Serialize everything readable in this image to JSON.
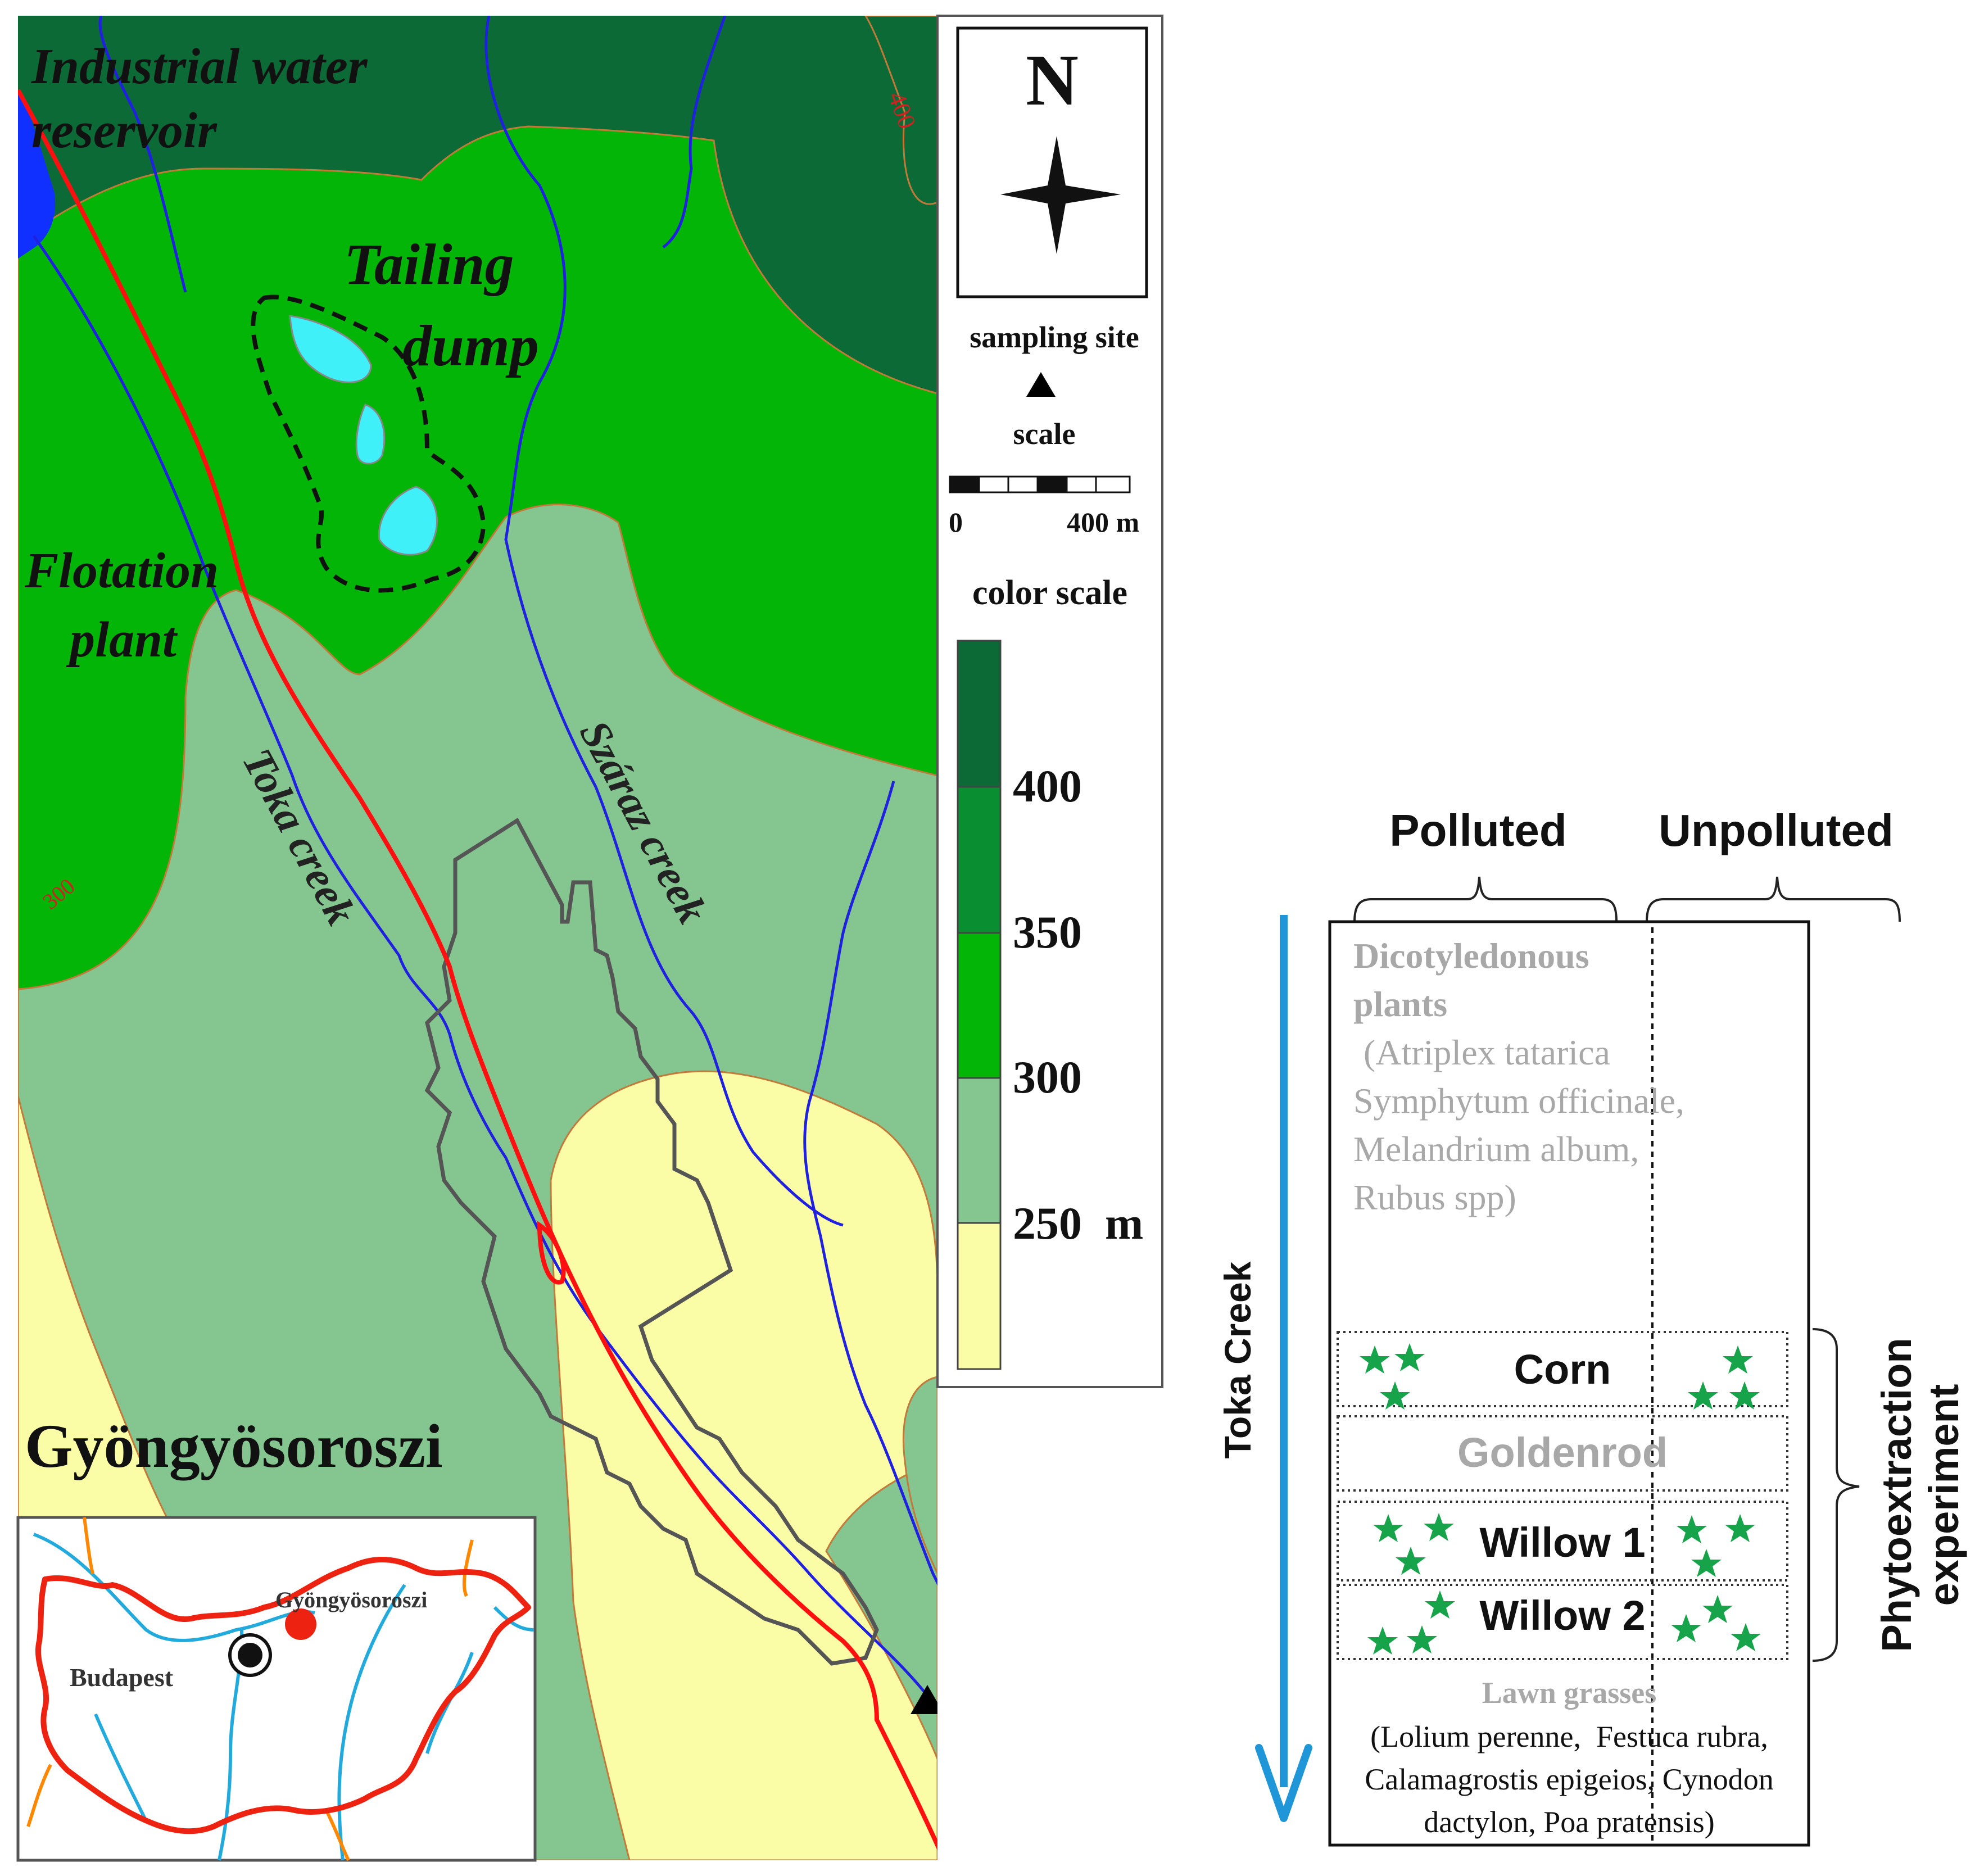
{
  "map": {
    "labels": {
      "reservoir_line1": "Industrial water",
      "reservoir_line2": "reservoir",
      "tailing_line1": "Tailing",
      "tailing_line2": "dump",
      "flotation_line1": "Flotation",
      "flotation_line2": "plant",
      "toka": "Toka creek",
      "szaraz": "Száraz creek",
      "village": "Gyöngyösoroszi",
      "contour_400": "400",
      "contour_300": "300"
    },
    "legend": {
      "north": "N",
      "sampling_site": "sampling site",
      "scale": "scale",
      "scale_start": "0",
      "scale_end": "400 m",
      "color_scale": "color scale",
      "levels": [
        "400",
        "350",
        "300",
        "250  m"
      ]
    },
    "inset": {
      "capital": "Budapest",
      "site": "Gyöngyösoroszi"
    },
    "colors": {
      "zone_above_350": "#0c6a36",
      "zone_300_350": "#02b507",
      "zone_250_300": "#84c590",
      "zone_below_250": "#fbfda6",
      "stream": "#2020e0",
      "road": "#ff1010",
      "village_outline": "#555555",
      "water": "#40f0f8"
    }
  },
  "diagram": {
    "header_polluted": "Polluted",
    "header_unpolluted": "Unpolluted",
    "creek": "Toka Creek",
    "dicot": {
      "title_line1": "Dicotyledonous",
      "title_line2": "plants",
      "species": [
        "(Atriplex tatarica",
        "Symphytum officinale,",
        "Melandrium album,",
        "Rubus spp)"
      ]
    },
    "rows": [
      "Corn",
      "Goldenrod",
      "Willow 1",
      "Willow 2"
    ],
    "lawn": {
      "title": "Lawn grasses",
      "species": [
        "(Lolium perenne,  Festuca rubra,",
        "Calamagrostis epigeios, Cynodon",
        "dactylon, Poa pratensis)"
      ]
    },
    "experiment_line1": "Phytoextraction",
    "experiment_line2": "experiment",
    "colors": {
      "arrow": "#1e96d8",
      "star": "#16a34a",
      "gray_text": "#a8a8a8"
    }
  }
}
